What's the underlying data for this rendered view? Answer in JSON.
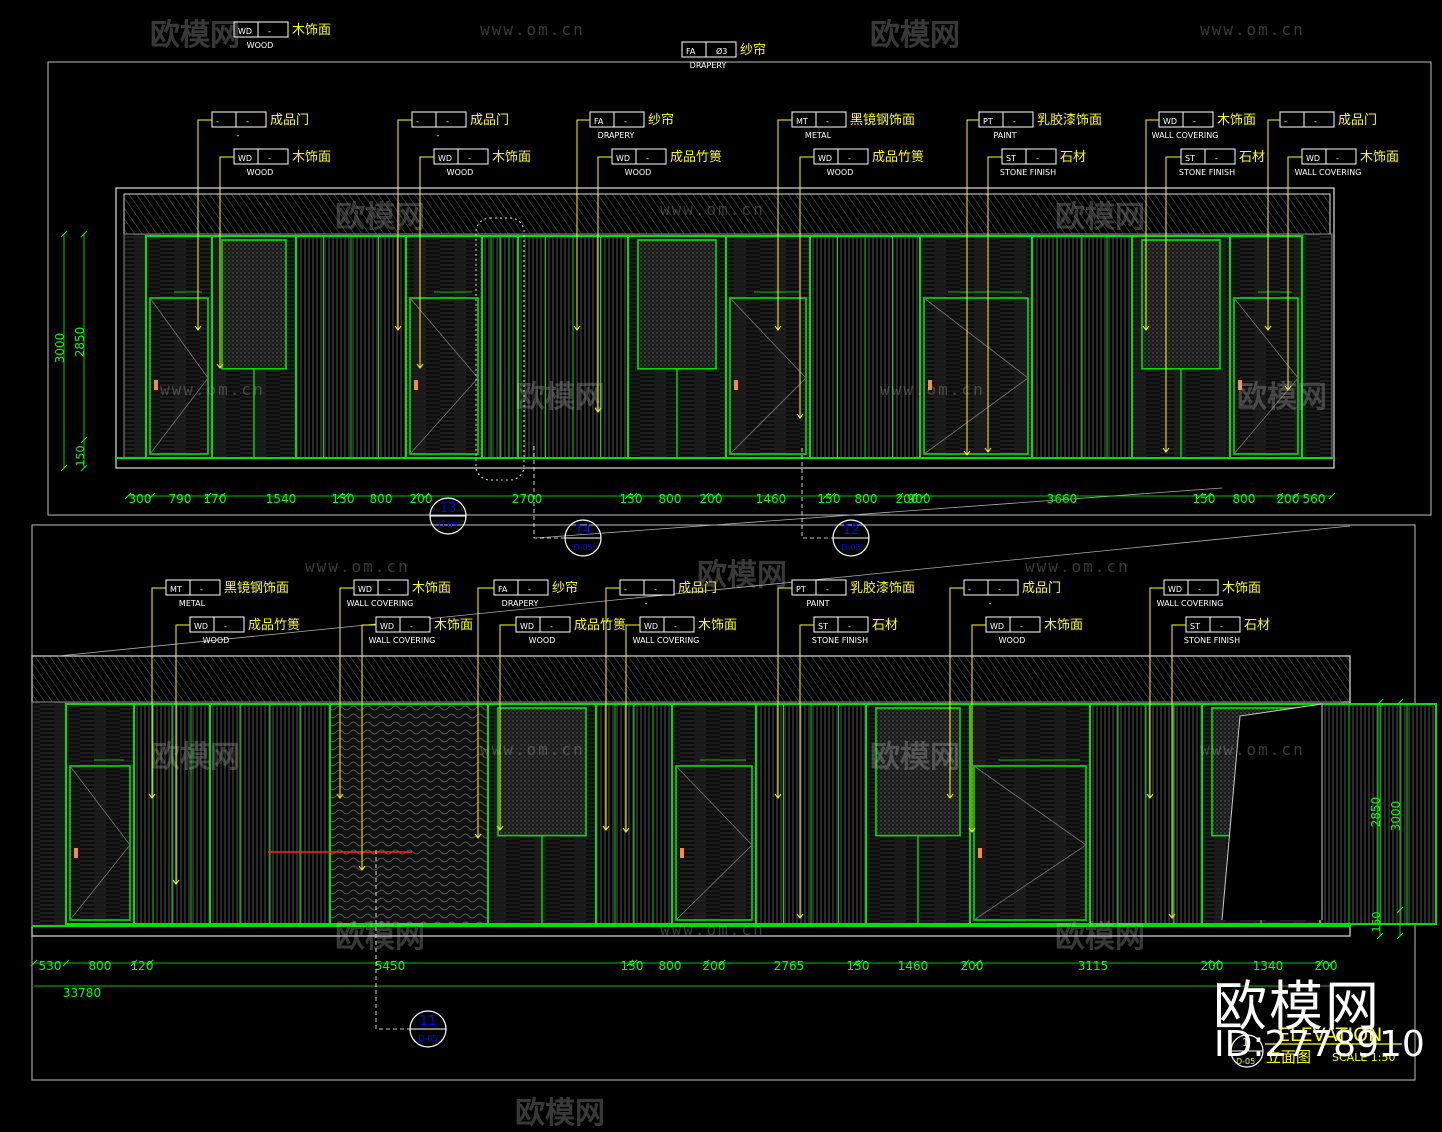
{
  "watermarks": {
    "logo_text": "欧模网",
    "url_text": "www.om.cn"
  },
  "top_elevation": {
    "header_tag": {
      "code": "FA",
      "num": "Ø3",
      "cn": "纱帘",
      "en": "DRAPERY"
    },
    "top_callout": {
      "code": "WD",
      "num": "-",
      "cn": "木饰面",
      "en": "WOOD"
    },
    "upper_callouts": [
      {
        "code": "-",
        "num": "-",
        "cn": "成品门",
        "en": "-"
      },
      {
        "code": "-",
        "num": "-",
        "cn": "成品门",
        "en": "-"
      },
      {
        "code": "FA",
        "num": "-",
        "cn": "纱帘",
        "en": "DRAPERY"
      },
      {
        "code": "MT",
        "num": "-",
        "cn": "黑镜钢饰面",
        "en": "METAL"
      },
      {
        "code": "PT",
        "num": "-",
        "cn": "乳胶漆饰面",
        "en": "PAINT"
      },
      {
        "code": "WD",
        "num": "-",
        "cn": "木饰面",
        "en": "WALL COVERING"
      },
      {
        "code": "-",
        "num": "-",
        "cn": "成品门",
        "en": ""
      }
    ],
    "lower_callouts": [
      {
        "code": "WD",
        "num": "-",
        "cn": "木饰面",
        "en": "WOOD"
      },
      {
        "code": "WD",
        "num": "-",
        "cn": "木饰面",
        "en": "WOOD"
      },
      {
        "code": "WD",
        "num": "-",
        "cn": "成品竹篑",
        "en": "WOOD"
      },
      {
        "code": "WD",
        "num": "-",
        "cn": "成品竹篑",
        "en": "WOOD"
      },
      {
        "code": "ST",
        "num": "-",
        "cn": "石材",
        "en": "STONE FINISH"
      },
      {
        "code": "ST",
        "num": "-",
        "cn": "石材",
        "en": "STONE FINISH"
      },
      {
        "code": "WD",
        "num": "-",
        "cn": "木饰面",
        "en": "WALL COVERING"
      }
    ],
    "vertical_dims": [
      "3000",
      "2850",
      "150"
    ],
    "horizontal_dims": [
      "300",
      "790",
      "170",
      "1540",
      "150",
      "800",
      "200",
      "2700",
      "150",
      "800",
      "200",
      "1460",
      "150",
      "800",
      "200",
      "900",
      "3660",
      "150",
      "800",
      "200",
      "560"
    ],
    "section_markers": [
      {
        "num": "13",
        "ref": "D-05"
      },
      {
        "num": "14",
        "ref": "D-05"
      },
      {
        "num": "12",
        "ref": "D-05"
      }
    ]
  },
  "bottom_elevation": {
    "upper_callouts": [
      {
        "code": "MT",
        "num": "-",
        "cn": "黑镜钢饰面",
        "en": "METAL"
      },
      {
        "code": "WD",
        "num": "-",
        "cn": "木饰面",
        "en": "WALL COVERING"
      },
      {
        "code": "FA",
        "num": "-",
        "cn": "纱帘",
        "en": "DRAPERY"
      },
      {
        "code": "-",
        "num": "-",
        "cn": "成品门",
        "en": "-"
      },
      {
        "code": "PT",
        "num": "-",
        "cn": "乳胶漆饰面",
        "en": "PAINT"
      },
      {
        "code": "-",
        "num": "-",
        "cn": "成品门",
        "en": "-"
      },
      {
        "code": "WD",
        "num": "-",
        "cn": "木饰面",
        "en": "WALL COVERING"
      }
    ],
    "lower_callouts": [
      {
        "code": "WD",
        "num": "-",
        "cn": "成品竹篑",
        "en": "WOOD"
      },
      {
        "code": "WD",
        "num": "-",
        "cn": "木饰面",
        "en": "WALL COVERING"
      },
      {
        "code": "WD",
        "num": "-",
        "cn": "成品竹篑",
        "en": "WOOD"
      },
      {
        "code": "WD",
        "num": "-",
        "cn": "木饰面",
        "en": "WALL COVERING"
      },
      {
        "code": "ST",
        "num": "-",
        "cn": "石材",
        "en": "STONE FINISH"
      },
      {
        "code": "WD",
        "num": "-",
        "cn": "木饰面",
        "en": "WOOD"
      },
      {
        "code": "ST",
        "num": "-",
        "cn": "石材",
        "en": "STONE FINISH"
      }
    ],
    "vertical_dims": [
      "3000",
      "2850",
      "150"
    ],
    "horizontal_dims": [
      "530",
      "800",
      "120",
      "5450",
      "150",
      "800",
      "200",
      "2765",
      "150",
      "1460",
      "200",
      "3115",
      "200",
      "1340",
      "200"
    ],
    "overall_dim": "33780",
    "section_marker": {
      "num": "11",
      "ref": "D-05"
    }
  },
  "title_block": {
    "number": "1",
    "ref": "D-05",
    "cn": "立面图",
    "en": "ELEVATION",
    "scale": "SCALE 1:50"
  },
  "brand": {
    "name": "欧模网",
    "id": "ID:2778910"
  },
  "colors": {
    "line": "#ffffff",
    "frame": "#00e000",
    "leader": "#ffff00",
    "dimension": "#00ff00",
    "tag_box": "#ffffff",
    "marker": "#0000ff",
    "accent_red": "#ff2020"
  }
}
